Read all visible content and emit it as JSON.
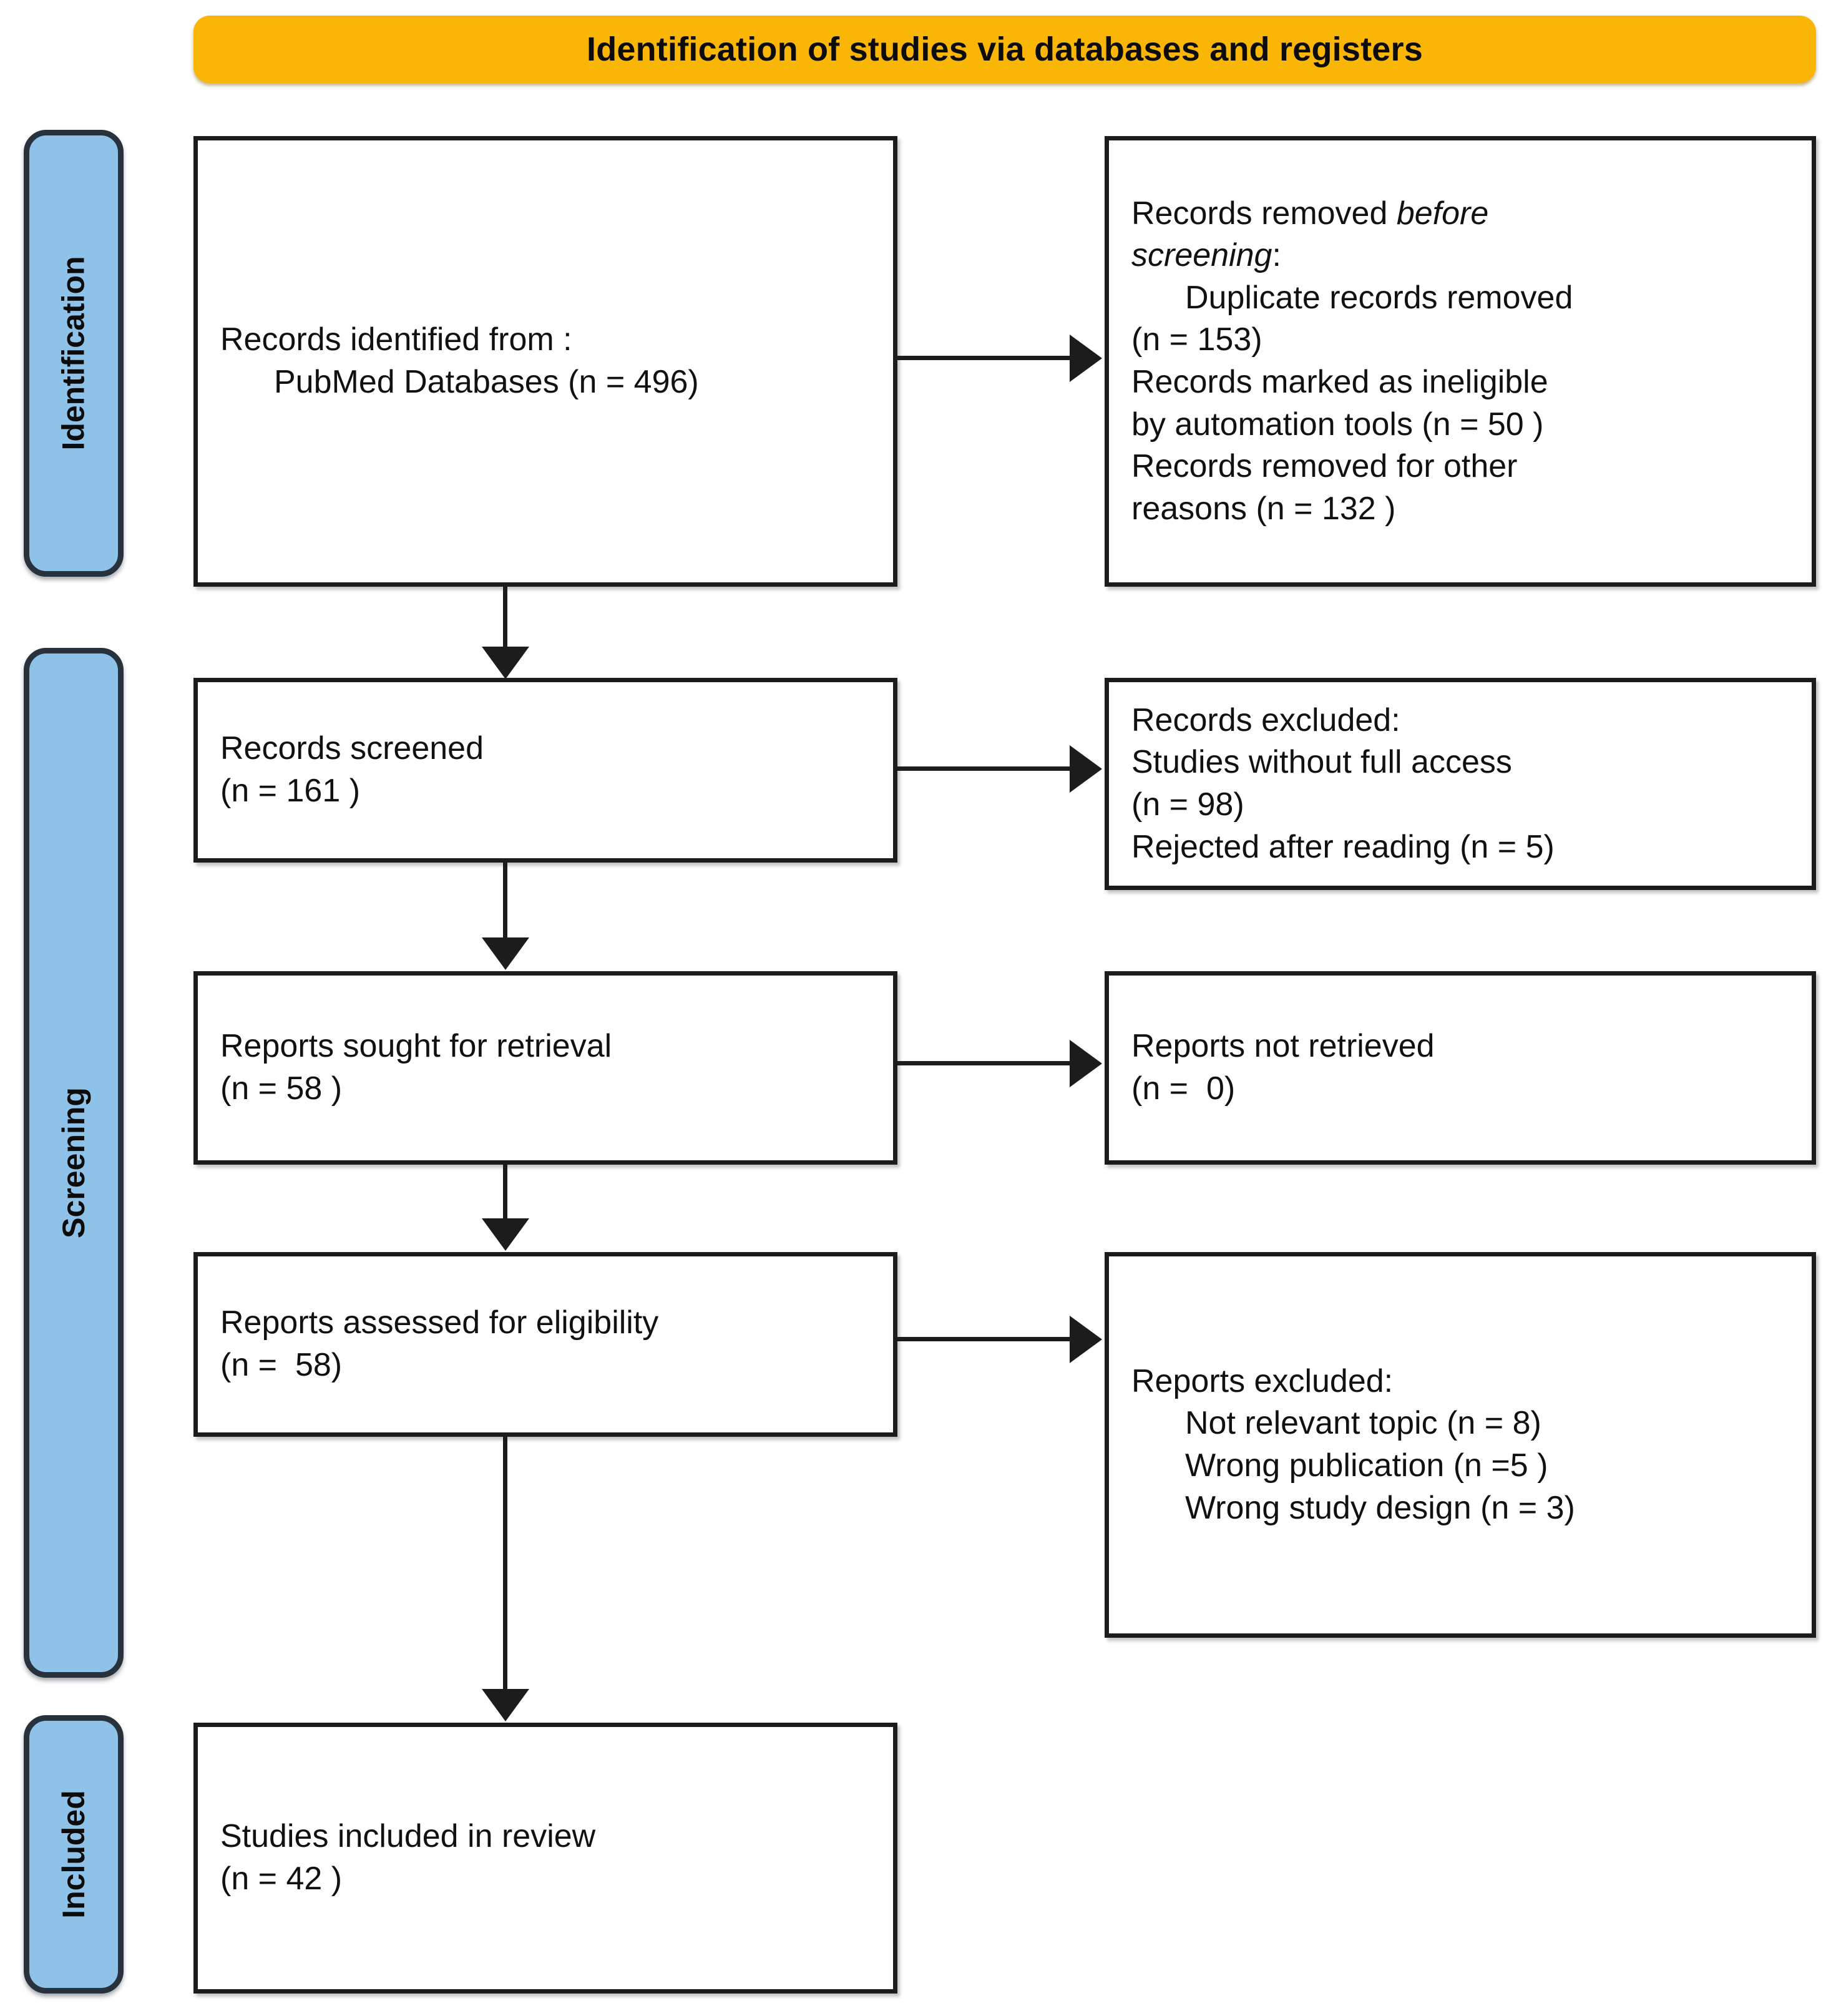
{
  "title": {
    "text": "Identification of studies via databases and registers",
    "background_color": "#F9B607",
    "text_color": "#0c0c0c"
  },
  "stages": [
    {
      "id": "identification",
      "label": "Identification"
    },
    {
      "id": "screening",
      "label": "Screening"
    },
    {
      "id": "included",
      "label": "Included"
    }
  ],
  "colors": {
    "stage_fill": "#8FC2E8",
    "stage_border": "#28323c",
    "box_border": "#1c1c1c",
    "box_fill": "#ffffff",
    "connector": "#1c1c1c"
  },
  "boxes": {
    "identified": {
      "line1": "Records identified from :",
      "line2": "PubMed Databases (n = 496)"
    },
    "removed_before": {
      "line1_prefix": "Records removed ",
      "line1_italic": "before",
      "line2_italic": "screening",
      "line2_suffix": ":",
      "line3": "Duplicate records removed",
      "line4": "(n = 153)",
      "line5": "Records marked as ineligible",
      "line6": "by automation tools (n = 50 )",
      "line7": "Records removed for other",
      "line8": "reasons (n = 132 )"
    },
    "screened": {
      "line1": "Records screened",
      "line2": "(n = 161 )"
    },
    "records_excluded": {
      "line1": "Records excluded:",
      "line2": "Studies without full access",
      "line3": "(n = 98)",
      "line4": "Rejected after reading (n = 5)"
    },
    "sought": {
      "line1": "Reports sought for retrieval",
      "line2": "(n = 58 )"
    },
    "not_retrieved": {
      "line1": "Reports not retrieved",
      "line2": "(n =  0)"
    },
    "assessed": {
      "line1": "Reports assessed for eligibility",
      "line2": "(n =  58)"
    },
    "reports_excluded": {
      "line1": "Reports excluded:",
      "line2": "Not relevant topic (n = 8)",
      "line3": "Wrong publication (n =5 )",
      "line4": "Wrong study design (n = 3)"
    },
    "included": {
      "line1": "Studies included in review",
      "line2": "(n = 42 )"
    }
  },
  "chart_data": {
    "type": "diagram",
    "title": "Identification of studies via databases and registers",
    "flow": [
      {
        "stage": "Identification",
        "node": "Records identified from PubMed Databases",
        "n": 496
      },
      {
        "stage": "Identification",
        "node": "Duplicate records removed",
        "n": 153,
        "excluded": true
      },
      {
        "stage": "Identification",
        "node": "Records marked as ineligible by automation tools",
        "n": 50,
        "excluded": true
      },
      {
        "stage": "Identification",
        "node": "Records removed for other reasons",
        "n": 132,
        "excluded": true
      },
      {
        "stage": "Screening",
        "node": "Records screened",
        "n": 161
      },
      {
        "stage": "Screening",
        "node": "Studies without full access",
        "n": 98,
        "excluded": true
      },
      {
        "stage": "Screening",
        "node": "Rejected after reading",
        "n": 5,
        "excluded": true
      },
      {
        "stage": "Screening",
        "node": "Reports sought for retrieval",
        "n": 58
      },
      {
        "stage": "Screening",
        "node": "Reports not retrieved",
        "n": 0,
        "excluded": true
      },
      {
        "stage": "Screening",
        "node": "Reports assessed for eligibility",
        "n": 58
      },
      {
        "stage": "Screening",
        "node": "Not relevant topic",
        "n": 8,
        "excluded": true
      },
      {
        "stage": "Screening",
        "node": "Wrong publication",
        "n": 5,
        "excluded": true
      },
      {
        "stage": "Screening",
        "node": "Wrong study design",
        "n": 3,
        "excluded": true
      },
      {
        "stage": "Included",
        "node": "Studies included in review",
        "n": 42
      }
    ]
  }
}
